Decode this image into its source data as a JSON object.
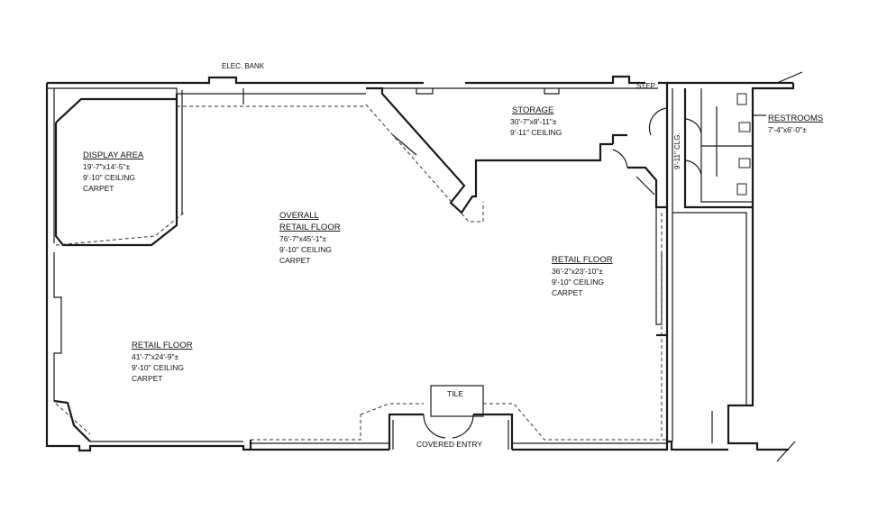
{
  "labels": {
    "elec_bank": "ELEC. BANK",
    "step": "STEP",
    "clg": "9'-11\" CLG.",
    "tile": "TILE",
    "covered_entry": "COVERED ENTRY"
  },
  "rooms": {
    "display": {
      "title": "DISPLAY AREA",
      "dims": "19'-7\"x14'-5\"±",
      "ceiling": "9'-10\" CEILING",
      "floor": "CARPET"
    },
    "overall": {
      "title_1": "OVERALL",
      "title_2": "RETAIL FLOOR",
      "dims": "76'-7\"x45'-1\"±",
      "ceiling": "9'-10\" CEILING",
      "floor": "CARPET"
    },
    "storage": {
      "title": "STORAGE",
      "dims": "30'-7\"x8'-11\"±",
      "ceiling": "9'-11\" CEILING"
    },
    "retail_right": {
      "title": "RETAIL FLOOR",
      "dims": "36'-2\"x23'-10\"±",
      "ceiling": "9'-10\" CEILING",
      "floor": "CARPET"
    },
    "retail_left": {
      "title": "RETAIL FLOOR",
      "dims": "41'-7\"x24'-9\"±",
      "ceiling": "9'-10\" CEILING",
      "floor": "CARPET"
    },
    "restrooms": {
      "title": "RESTROOMS",
      "dims": "7'-4\"x6'-0\"±"
    }
  }
}
